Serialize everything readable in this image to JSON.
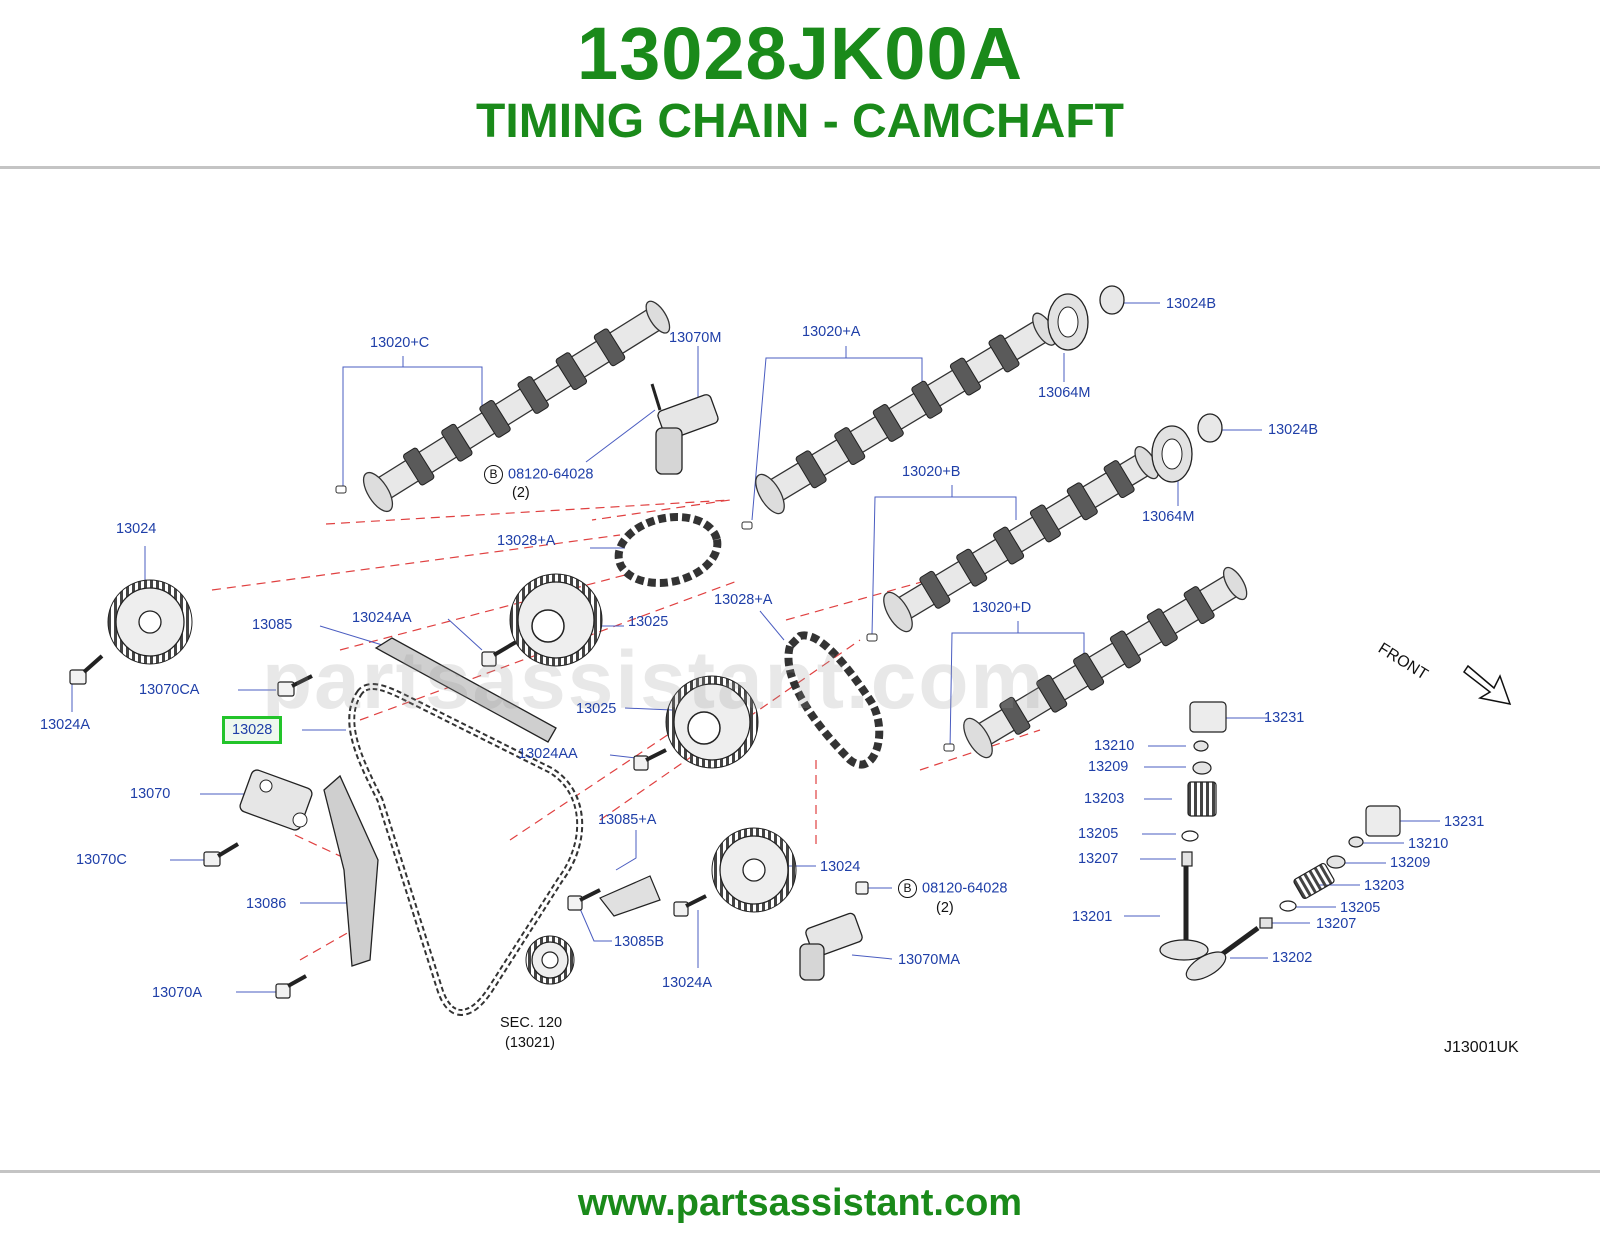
{
  "header": {
    "part_number": "13028JK00A",
    "title": "TIMING CHAIN - CAMCHAFT"
  },
  "footer": {
    "url": "www.partsassistant.com"
  },
  "watermark": "partsassistant.com",
  "diagram": {
    "ref_code": "J13001UK",
    "front_label": "FRONT",
    "highlighted_part": "13028",
    "sec_label": "SEC.",
    "sec_number": "120",
    "sec_sub": "(13021)",
    "bolt_marker": "B",
    "labels": {
      "c13020C": "13020+C",
      "c13070M": "13070M",
      "c13020A": "13020+A",
      "c13024B_1": "13024B",
      "c13064M_1": "13064M",
      "c13024B_2": "13024B",
      "c13064M_2": "13064M",
      "c13020B": "13020+B",
      "c08120_1": "08120-64028",
      "c08120_1_qty": "(2)",
      "c13024_left": "13024",
      "c13028A_1": "13028+A",
      "c13085": "13085",
      "c13024AA_1": "13024AA",
      "c13025_1": "13025",
      "c13028A_2": "13028+A",
      "c13020D": "13020+D",
      "c13070CA": "13070CA",
      "c13024A_left": "13024A",
      "c13025_2": "13025",
      "c13231_1": "13231",
      "c13210_1": "13210",
      "c13209_1": "13209",
      "c13024AA_2": "13024AA",
      "c13070": "13070",
      "c13203_1": "13203",
      "c13085A": "13085+A",
      "c13231_2": "13231",
      "c13205_1": "13205",
      "c13210_2": "13210",
      "c13070C": "13070C",
      "c13207_1": "13207",
      "c13209_2": "13209",
      "c13024_mid": "13024",
      "c08120_2": "08120-64028",
      "c08120_2_qty": "(2)",
      "c13203_2": "13203",
      "c13086": "13086",
      "c13205_2": "13205",
      "c13201": "13201",
      "c13207_2": "13207",
      "c13085B": "13085B",
      "c13202": "13202",
      "c13070MA": "13070MA",
      "c13024A_mid": "13024A",
      "c13070A": "13070A"
    }
  }
}
